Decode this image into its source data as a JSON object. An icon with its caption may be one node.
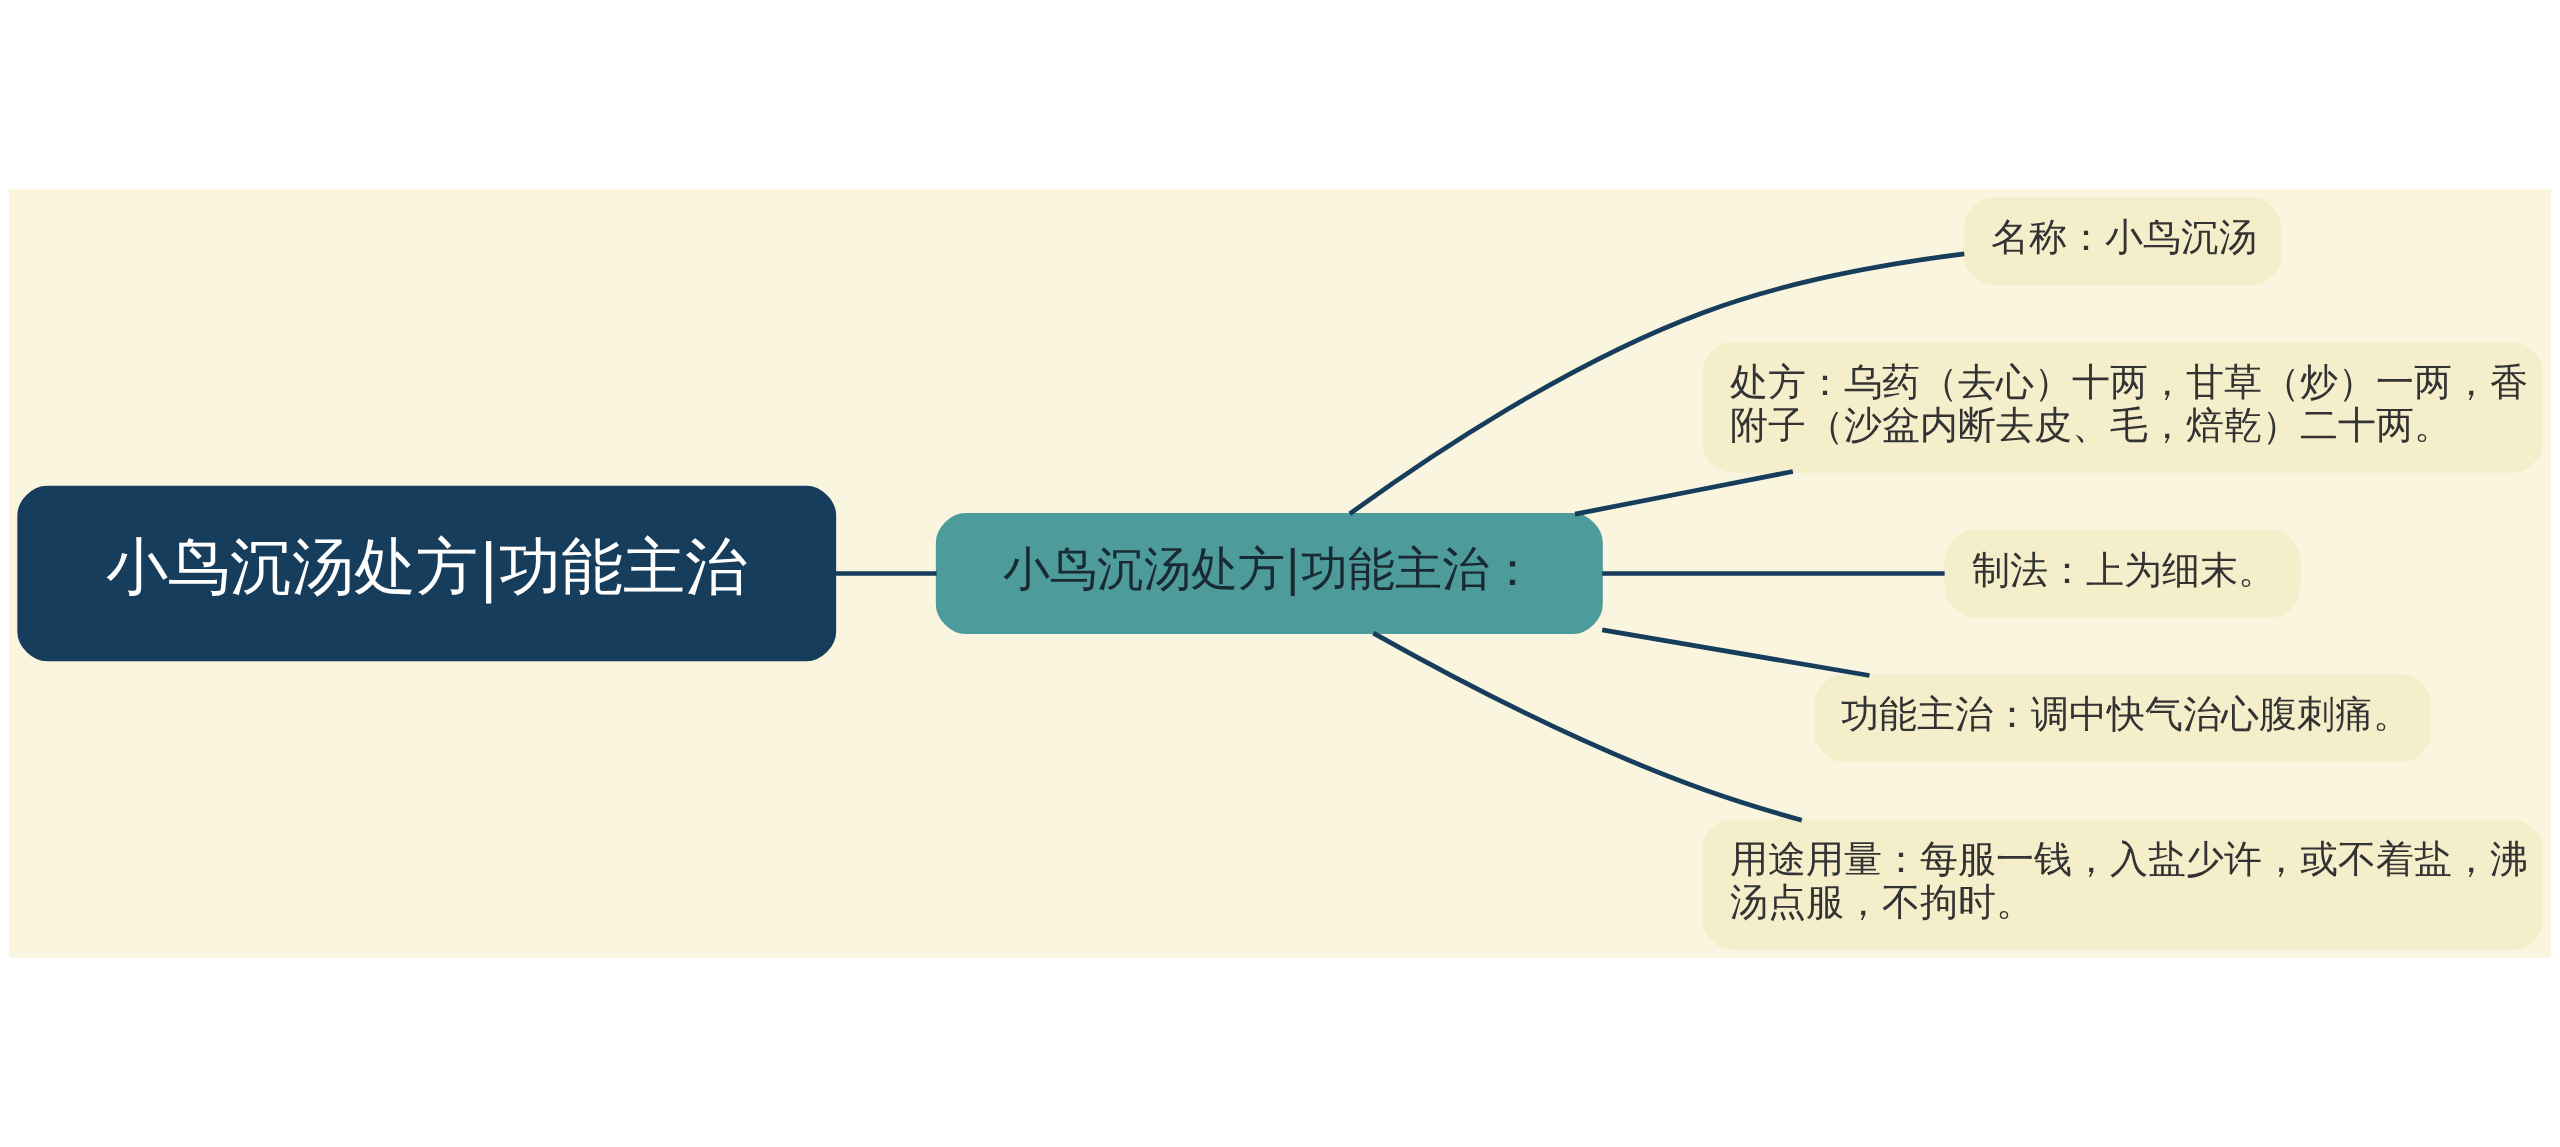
{
  "diagram": {
    "nodes": [
      {
        "text": [
          "小鸟沉汤处方|功能主治"
        ]
      },
      {
        "text": [
          "小鸟沉汤处方|功能主治："
        ]
      },
      {
        "text": [
          "名称：小鸟沉汤"
        ]
      },
      {
        "text": [
          "处方：乌药（去心）十两，甘草（炒）一两，香附子（沙盆内断去皮、毛，焙乾）二十两。"
        ]
      },
      {
        "text": [
          "制法：上为细末。"
        ]
      },
      {
        "text": [
          "功能主治：调中快气治心腹刺痛。"
        ]
      },
      {
        "text": [
          "用途用量：每服一钱，入盐少许，或不着盐，沸汤点服，不拘时。"
        ]
      }
    ],
    "edges": [
      {
        "from": 0,
        "to": 1,
        "arrow": "none"
      },
      {
        "from": 1,
        "to": 2,
        "arrow": "none"
      },
      {
        "from": 1,
        "to": 3,
        "arrow": "none"
      },
      {
        "from": 1,
        "to": 4,
        "arrow": "none"
      },
      {
        "from": 1,
        "to": 5,
        "arrow": "none"
      },
      {
        "from": 1,
        "to": 6,
        "arrow": "none"
      }
    ]
  }
}
